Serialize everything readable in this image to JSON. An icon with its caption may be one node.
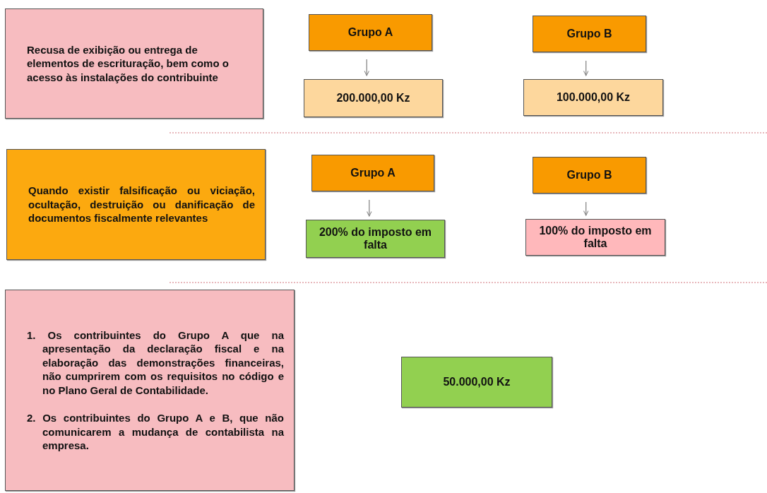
{
  "diagram": {
    "nodes": [
      {
        "text": [
          "Recusa de exibição ou entrega de elementos de escrituração, bem como o acesso às instalações do contribuinte"
        ]
      },
      {
        "text": [
          "Grupo A"
        ]
      },
      {
        "text": [
          "Grupo B"
        ]
      },
      {
        "text": [
          "200.000,00 Kz"
        ]
      },
      {
        "text": [
          "100.000,00 Kz"
        ]
      },
      {
        "text": [
          "Quando existir falsificação ou viciação, ocultação, destruição ou danificação de documentos fiscalmente relevantes"
        ]
      },
      {
        "text": [
          "Grupo A"
        ]
      },
      {
        "text": [
          "Grupo B"
        ]
      },
      {
        "text": [
          "200% do imposto em falta"
        ]
      },
      {
        "text": [
          "100% do imposto em falta"
        ]
      },
      {
        "text": [
          "1. Os contribuintes do Grupo A que na apresentação da declaração fiscal e na elaboração das demonstrações financeiras, não cumprirem com os requisitos no código e no Plano Geral de Contabilidade.",
          "2. Os contribuintes do Grupo A e B, que não comunicarem a mudança de contabilista na empresa."
        ]
      },
      {
        "text": [
          "50.000,00 Kz"
        ]
      }
    ],
    "edges": [
      {
        "from": 1,
        "to": 3,
        "arrow": "to"
      },
      {
        "from": 2,
        "to": 4,
        "arrow": "to"
      },
      {
        "from": 6,
        "to": 8,
        "arrow": "to"
      },
      {
        "from": 7,
        "to": 9,
        "arrow": "to"
      }
    ]
  }
}
